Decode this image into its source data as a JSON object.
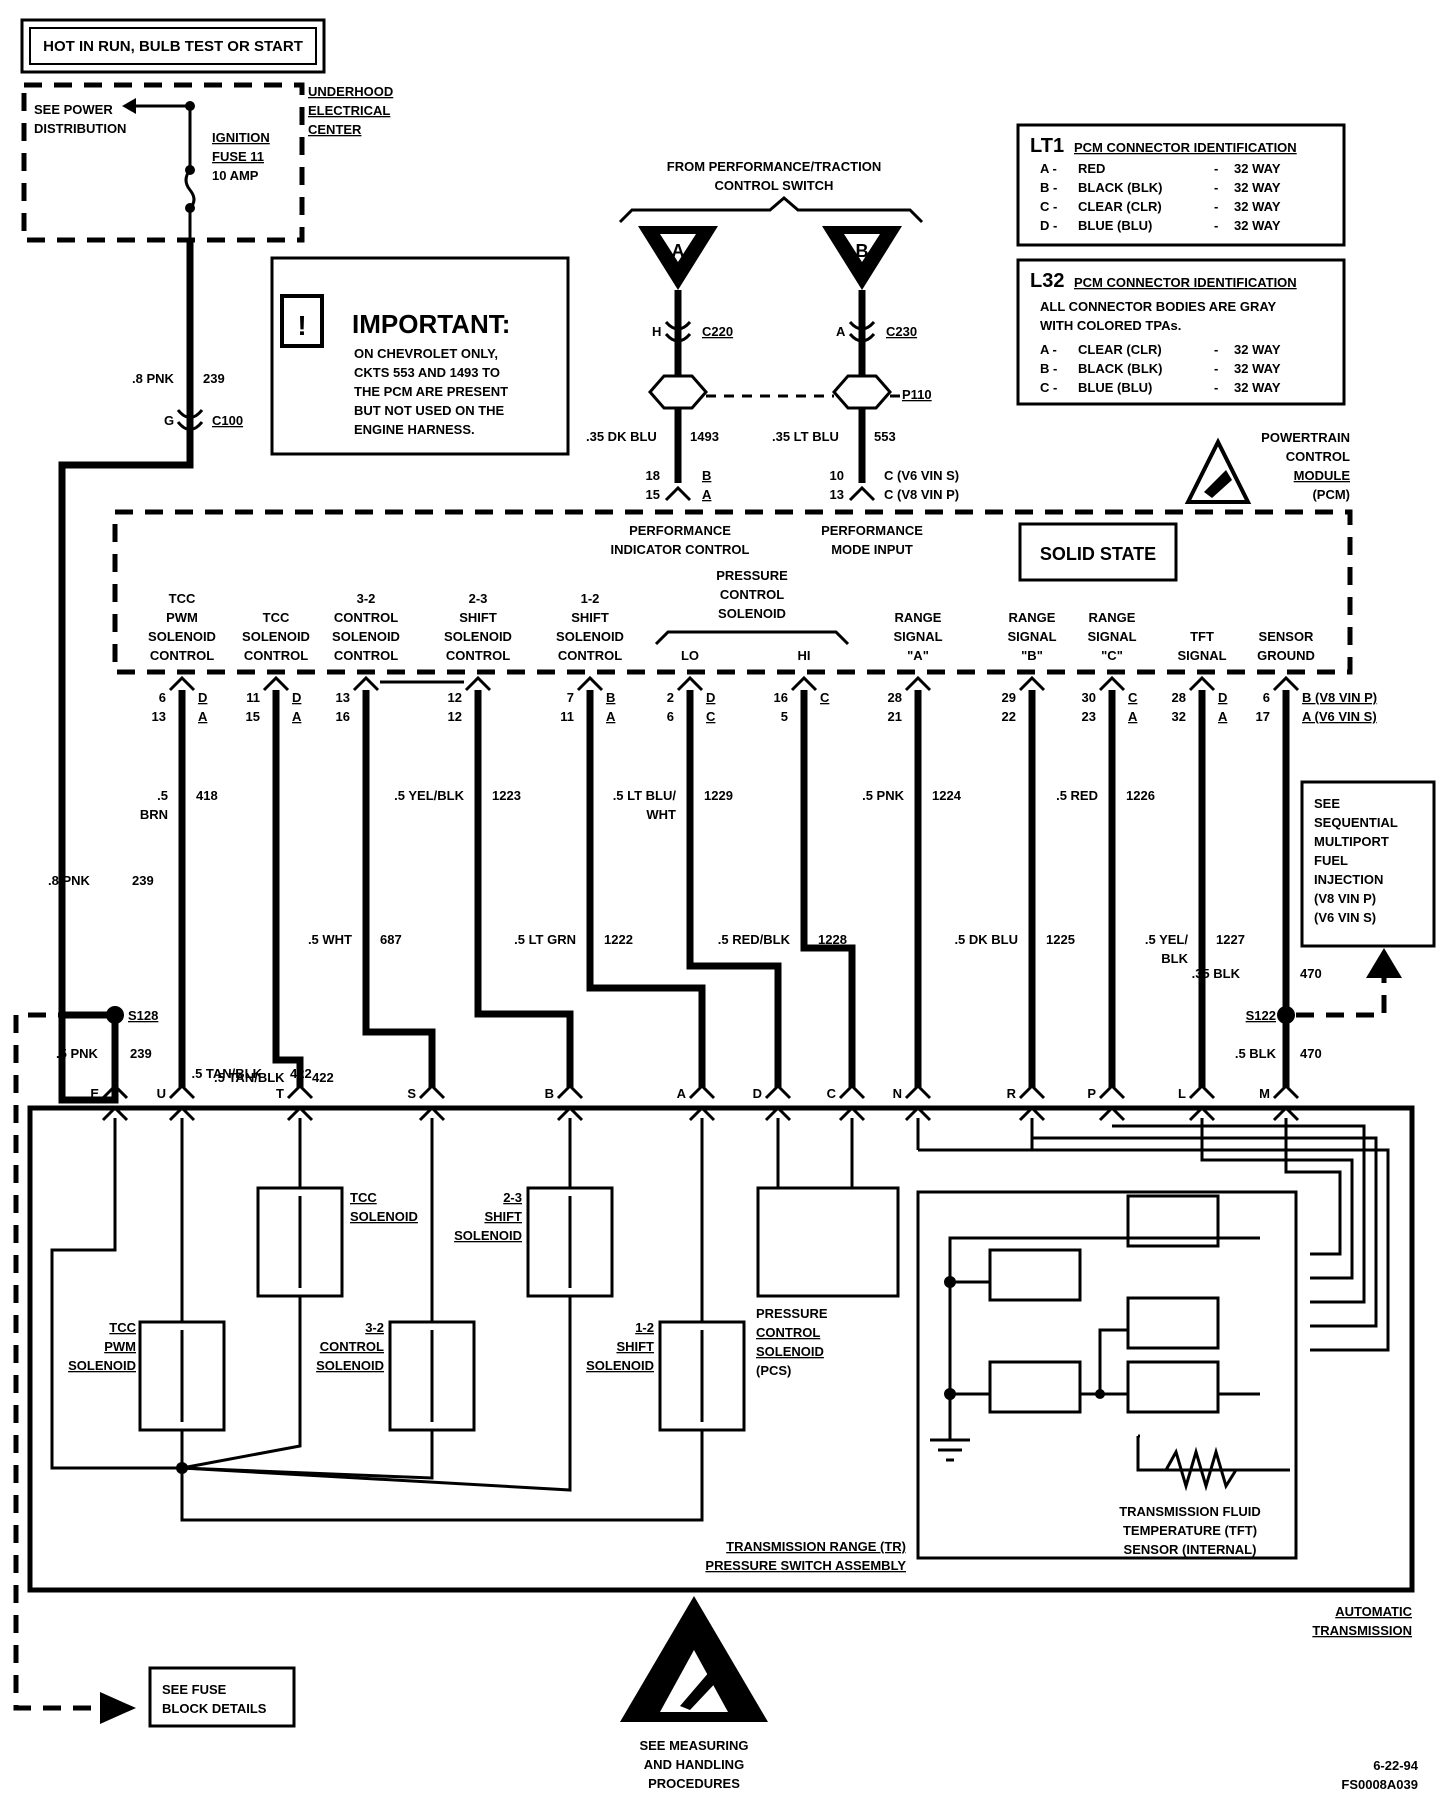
{
  "top_banner": "HOT IN RUN, BULB TEST OR START",
  "underhood": {
    "title_lines": [
      "UNDERHOOD",
      "ELECTRICAL",
      "CENTER"
    ],
    "see_power_lines": [
      "SEE POWER",
      "DISTRIBUTION"
    ],
    "fuse_lines": [
      "IGNITION",
      "FUSE 11",
      "10 AMP"
    ]
  },
  "important": {
    "heading": "IMPORTANT:",
    "lines": [
      "ON CHEVROLET ONLY,",
      "CKTS 553 AND 1493 TO",
      "THE PCM ARE PRESENT",
      "BUT NOT USED ON THE",
      "ENGINE HARNESS."
    ]
  },
  "lt1_table": {
    "prefix": "LT1",
    "title": "PCM CONNECTOR IDENTIFICATION",
    "rows": [
      {
        "code": "A",
        "color": "RED",
        "ways": "32 WAY"
      },
      {
        "code": "B",
        "color": "BLACK (BLK)",
        "ways": "32 WAY"
      },
      {
        "code": "C",
        "color": "CLEAR (CLR)",
        "ways": "32 WAY"
      },
      {
        "code": "D",
        "color": "BLUE (BLU)",
        "ways": "32 WAY"
      }
    ]
  },
  "l32_table": {
    "prefix": "L32",
    "title": "PCM CONNECTOR IDENTIFICATION",
    "note_lines": [
      "ALL CONNECTOR BODIES ARE GRAY",
      "WITH COLORED TPAs."
    ],
    "rows": [
      {
        "code": "A",
        "color": "CLEAR (CLR)",
        "ways": "32 WAY"
      },
      {
        "code": "B",
        "color": "BLACK (BLK)",
        "ways": "32 WAY"
      },
      {
        "code": "C",
        "color": "BLUE (BLU)",
        "ways": "32 WAY"
      }
    ]
  },
  "switch": {
    "title_lines": [
      "FROM PERFORMANCE/TRACTION",
      "CONTROL SWITCH"
    ],
    "left": {
      "tri": "A",
      "pin": "H",
      "conn": "C220",
      "wire": ".35 DK BLU",
      "ckt": "1493",
      "pcm_pins": [
        "18",
        "15"
      ],
      "pcm_conn": [
        "B",
        "A"
      ]
    },
    "right": {
      "tri": "B",
      "pin": "A",
      "conn": "C230",
      "wire": ".35 LT BLU",
      "ckt": "553",
      "pcm_pins": [
        "10",
        "13"
      ],
      "pcm_conn": [
        "C (V6 VIN S)",
        "C (V8 VIN P)"
      ]
    },
    "p110": "P110",
    "perf_indicator_lines": [
      "PERFORMANCE",
      "INDICATOR CONTROL"
    ],
    "perf_mode_lines": [
      "PERFORMANCE",
      "MODE INPUT"
    ]
  },
  "pcm": {
    "title_lines": [
      "POWERTRAIN",
      "CONTROL",
      "MODULE",
      "(PCM)"
    ],
    "solid_state": "SOLID STATE",
    "pressure_group_lines": [
      "PRESSURE",
      "CONTROL",
      "SOLENOID"
    ],
    "channels": [
      {
        "lines": [
          "TCC",
          "PWM",
          "SOLENOID",
          "CONTROL"
        ],
        "pins": [
          "6",
          "13"
        ],
        "conn": [
          "D",
          "A"
        ],
        "wire_lines": [
          ".5",
          "BRN"
        ],
        "ckt": "418"
      },
      {
        "lines": [
          "TCC",
          "SOLENOID",
          "CONTROL"
        ],
        "pins": [
          "11",
          "15"
        ],
        "conn": [
          "D",
          "A"
        ],
        "wire_lines": [
          ".5 TAN/BLK"
        ],
        "ckt": "422"
      },
      {
        "lines": [
          "3-2",
          "CONTROL",
          "SOLENOID",
          "CONTROL"
        ],
        "pins": [
          "13",
          "16"
        ],
        "conn": [],
        "wire_lines": [
          ".5 WHT"
        ],
        "ckt": "687"
      },
      {
        "lines": [
          "2-3",
          "SHIFT",
          "SOLENOID",
          "CONTROL"
        ],
        "pins": [
          "12",
          "12"
        ],
        "conn": [],
        "wire_lines": [
          ".5 YEL/BLK"
        ],
        "ckt": "1223"
      },
      {
        "lines": [
          "1-2",
          "SHIFT",
          "SOLENOID",
          "CONTROL"
        ],
        "pins": [
          "7",
          "11"
        ],
        "conn": [
          "B",
          "A"
        ],
        "wire_lines": [
          ".5 LT GRN"
        ],
        "ckt": "1222"
      },
      {
        "lines": [
          "LO"
        ],
        "pins": [
          "2",
          "6"
        ],
        "conn": [
          "D",
          "C"
        ],
        "wire_lines": [
          ".5 LT BLU/",
          "WHT"
        ],
        "ckt": "1229"
      },
      {
        "lines": [
          "HI"
        ],
        "pins": [
          "16",
          "5"
        ],
        "conn": [
          "C"
        ],
        "wire_lines": [
          ".5 RED/BLK"
        ],
        "ckt": "1228"
      },
      {
        "lines": [
          "RANGE",
          "SIGNAL",
          "\"A\""
        ],
        "pins": [
          "28",
          "21"
        ],
        "conn": [],
        "wire_lines": [
          ".5 PNK"
        ],
        "ckt": "1224"
      },
      {
        "lines": [
          "RANGE",
          "SIGNAL",
          "\"B\""
        ],
        "pins": [
          "29",
          "22"
        ],
        "conn": [],
        "wire_lines": [
          ".5 DK BLU"
        ],
        "ckt": "1225"
      },
      {
        "lines": [
          "RANGE",
          "SIGNAL",
          "\"C\""
        ],
        "pins": [
          "30",
          "23"
        ],
        "conn": [
          "C",
          "A"
        ],
        "wire_lines": [
          ".5 RED"
        ],
        "ckt": "1226"
      },
      {
        "lines": [
          "TFT",
          "SIGNAL"
        ],
        "pins": [
          "28",
          "32"
        ],
        "conn": [
          "D",
          "A"
        ],
        "wire_lines": [
          ".5 YEL/",
          "BLK"
        ],
        "ckt": "1227"
      },
      {
        "lines": [
          "SENSOR",
          "GROUND"
        ],
        "pins": [
          "6",
          "17"
        ],
        "conn": [
          "B (V8 VIN P)",
          "A (V6 VIN S)"
        ],
        "wire_lines": [
          ".35 BLK"
        ],
        "ckt": "470"
      }
    ]
  },
  "power_wire": {
    "top_wire": ".8 PNK",
    "top_ckt": "239",
    "conn_pin": "G",
    "conn": "C100",
    "mid_wire": ".8  PNK",
    "mid_ckt": "239",
    "splice": "S128",
    "low_wire": ".5 PNK",
    "low_ckt": "239"
  },
  "ground": {
    "splice": "S122",
    "low_wire": ".5 BLK",
    "low_ckt": "470"
  },
  "sfi_box_lines": [
    "SEE",
    "SEQUENTIAL",
    "MULTIPORT",
    "FUEL",
    "INJECTION",
    "(V8 VIN P)",
    "(V6 VIN S)"
  ],
  "trans_pins": [
    "E",
    "U",
    "T",
    "S",
    "B",
    "A",
    "D",
    "C",
    "N",
    "R",
    "P",
    "L",
    "M"
  ],
  "trans_labels": {
    "tcc_solenoid": [
      "TCC",
      "SOLENOID"
    ],
    "shift23": [
      "2-3",
      "SHIFT",
      "SOLENOID"
    ],
    "tcc_pwm": [
      "TCC",
      "PWM",
      "SOLENOID"
    ],
    "ctrl32": [
      "3-2",
      "CONTROL",
      "SOLENOID"
    ],
    "shift12": [
      "1-2",
      "SHIFT",
      "SOLENOID"
    ],
    "pcs": [
      "PRESSURE",
      "CONTROL",
      "SOLENOID",
      "(PCS)"
    ],
    "tr_lines": [
      "TRANSMISSION RANGE (TR)",
      "PRESSURE SWITCH ASSEMBLY"
    ],
    "tft_lines": [
      "TRANSMISSION FLUID",
      "TEMPERATURE (TFT)",
      "SENSOR (INTERNAL)"
    ],
    "auto_lines": [
      "AUTOMATIC",
      "TRANSMISSION"
    ]
  },
  "fuse_block_lines": [
    "SEE FUSE",
    "BLOCK DETAILS"
  ],
  "esd_lines": [
    "SEE MEASURING",
    "AND HANDLING",
    "PROCEDURES"
  ],
  "footer_lines": [
    "6-22-94",
    "FS0008A039"
  ]
}
